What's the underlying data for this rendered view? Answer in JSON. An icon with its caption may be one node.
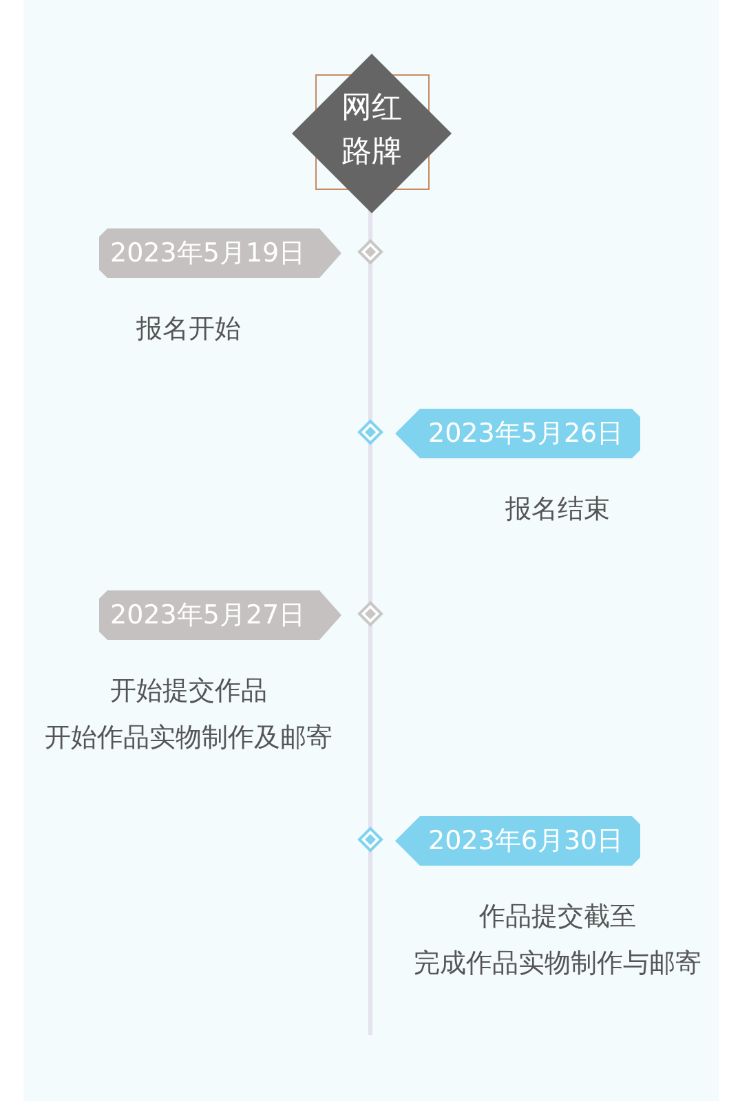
{
  "diagram": {
    "nodes": [
      {
        "text": [
          "网红路牌"
        ]
      },
      {
        "text": [
          "2023年5月19日"
        ],
        "beside": [
          "报名开始"
        ]
      },
      {
        "text": [
          "2023年5月26日"
        ],
        "beside": [
          "报名结束"
        ]
      },
      {
        "text": [
          "2023年5月27日"
        ],
        "beside": [
          "开始提交作品",
          "开始作品实物制作及邮寄"
        ]
      },
      {
        "text": [
          "2023年6月30日"
        ],
        "beside": [
          "作品提交截至",
          "完成作品实物制作与邮寄"
        ]
      }
    ]
  }
}
